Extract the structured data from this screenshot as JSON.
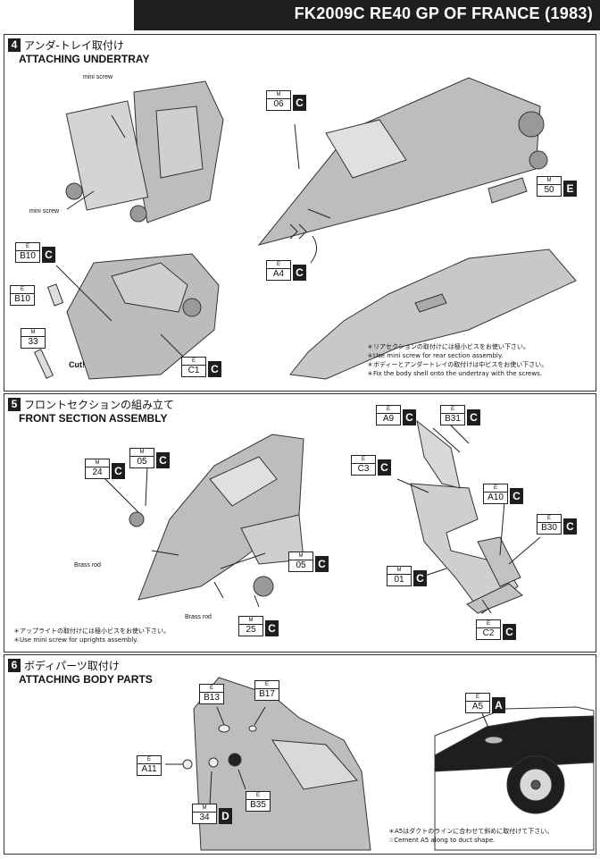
{
  "title": "FK2009C RE40 GP OF FRANCE (1983)",
  "sections": [
    {
      "number": "4",
      "title_jp": "アンダ-トレイ取付け",
      "title_en": "ATTACHING UNDERTRAY",
      "labels": {
        "mini_screw_1": "mini screw",
        "mini_screw_2": "mini screw",
        "cut": "Cut!"
      },
      "tags": [
        {
          "top": "M",
          "code": "06",
          "letter": "C"
        },
        {
          "top": "M",
          "code": "50",
          "letter": "E"
        },
        {
          "top": "E",
          "code": "B10",
          "letter": "C"
        },
        {
          "top": "E",
          "code": "B10",
          "letter": ""
        },
        {
          "top": "M",
          "code": "33",
          "letter": ""
        },
        {
          "top": "E",
          "code": "A4",
          "letter": "C"
        },
        {
          "top": "E",
          "code": "C1",
          "letter": "C"
        }
      ],
      "notes": [
        "＊リアセクションの取付けには極小ビスをお使い下さい。",
        "＊Use mini screw for rear section assembly.",
        "＊ボディーとアンダートレイの取付けは中ビスをお使い下さい。",
        "＊Fix the body shell onto the undertray with the screws."
      ]
    },
    {
      "number": "5",
      "title_jp": "フロントセクションの組み立て",
      "title_en": "FRONT SECTION ASSEMBLY",
      "labels": {
        "brass_rod_1": "Brass rod",
        "brass_rod_2": "Brass rod"
      },
      "tags": [
        {
          "top": "M",
          "code": "05",
          "letter": "C"
        },
        {
          "top": "M",
          "code": "24",
          "letter": "C"
        },
        {
          "top": "M",
          "code": "05",
          "letter": "C"
        },
        {
          "top": "M",
          "code": "25",
          "letter": "C"
        },
        {
          "top": "E",
          "code": "A9",
          "letter": "C"
        },
        {
          "top": "E",
          "code": "B31",
          "letter": "C"
        },
        {
          "top": "E",
          "code": "C3",
          "letter": "C"
        },
        {
          "top": "E",
          "code": "A10",
          "letter": "C"
        },
        {
          "top": "E",
          "code": "B30",
          "letter": "C"
        },
        {
          "top": "M",
          "code": "01",
          "letter": "C"
        },
        {
          "top": "E",
          "code": "C2",
          "letter": "C"
        }
      ],
      "notes": [
        "＊アップライトの取付けには極小ビスをお使い下さい。",
        "＊Use mini screw for uprights assembly."
      ]
    },
    {
      "number": "6",
      "title_jp": "ボディパーツ取付け",
      "title_en": "ATTACHING BODY PARTS",
      "tags": [
        {
          "top": "E",
          "code": "B13",
          "letter": ""
        },
        {
          "top": "E",
          "code": "B17",
          "letter": ""
        },
        {
          "top": "E",
          "code": "A11",
          "letter": ""
        },
        {
          "top": "E",
          "code": "B35",
          "letter": ""
        },
        {
          "top": "M",
          "code": "34",
          "letter": "D"
        },
        {
          "top": "E",
          "code": "A5",
          "letter": "A"
        }
      ],
      "notes": [
        "＊A5はダクトのラインに合わせて斜めに取付けて下さい。",
        "☆Cement A5 along to duct shape."
      ]
    }
  ],
  "colors": {
    "ink": "#1e1e1e",
    "part_gray": "#b4b4b4",
    "part_light": "#d2d2d2"
  }
}
